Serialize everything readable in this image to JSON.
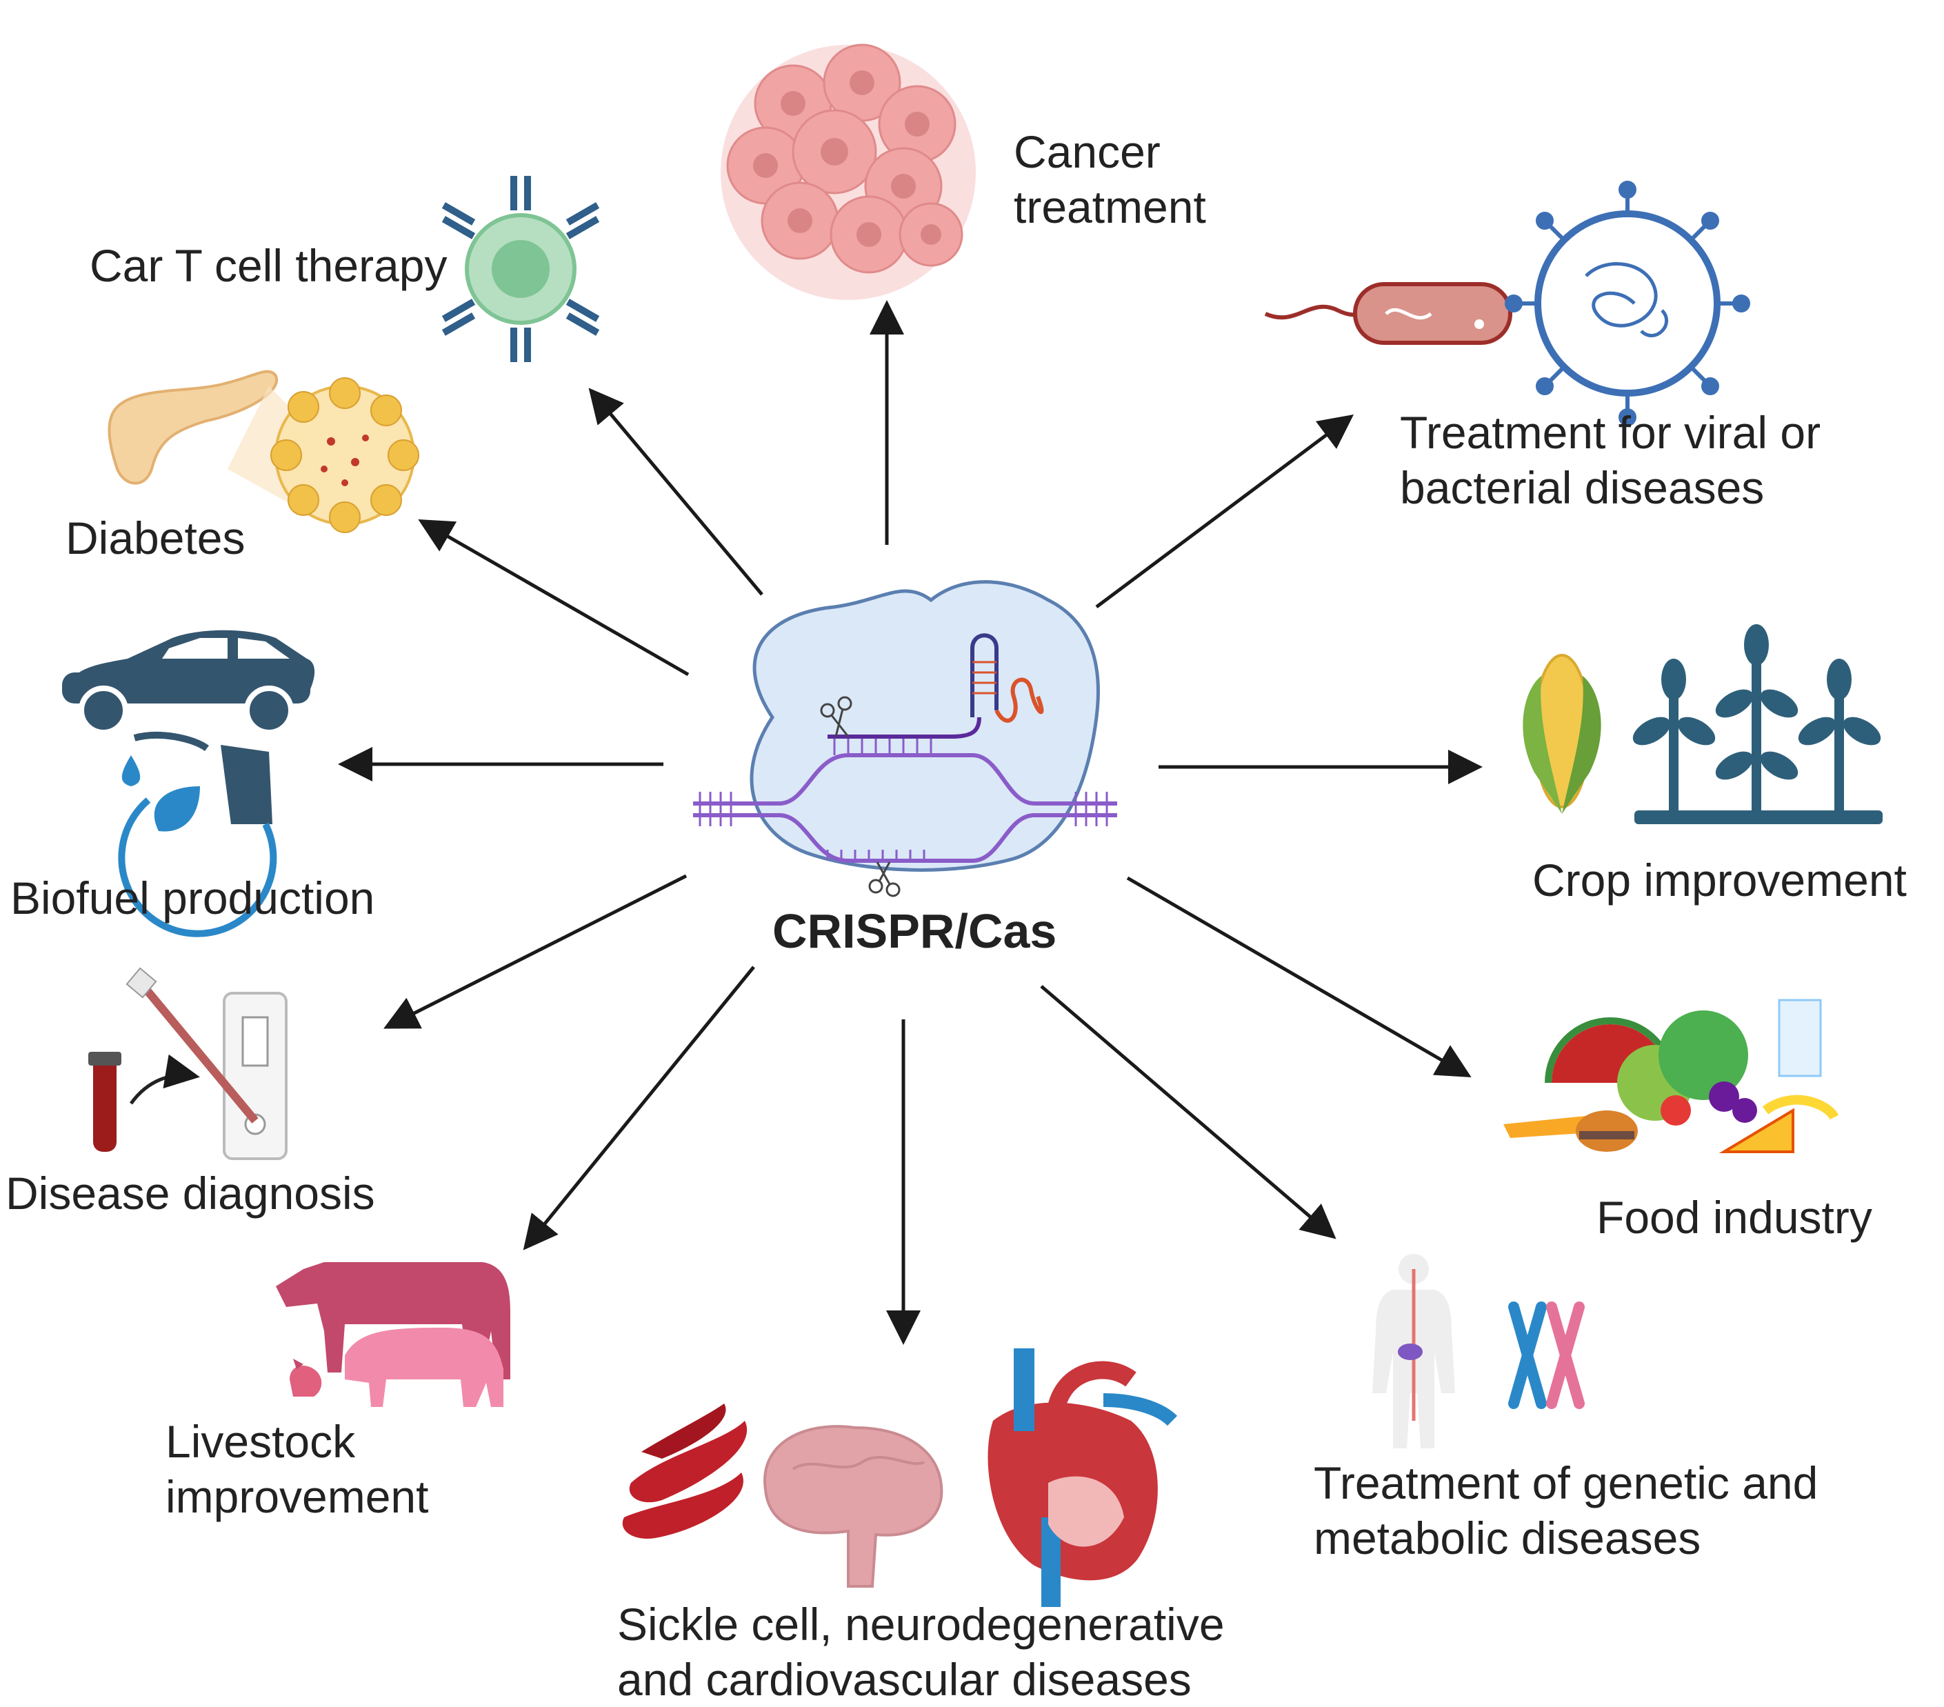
{
  "center": {
    "label": "CRISPR/Cas"
  },
  "applications": [
    {
      "id": "cancer",
      "label": "Cancer\ntreatment",
      "icon": "cancer-cell-cluster-icon"
    },
    {
      "id": "car-t",
      "label": "Car T cell therapy",
      "icon": "t-cell-icon"
    },
    {
      "id": "viral-bacterial",
      "label": "Treatment for viral or\nbacterial diseases",
      "icon": "bacterium-virus-icon"
    },
    {
      "id": "diabetes",
      "label": "Diabetes",
      "icon": "pancreas-islet-icon"
    },
    {
      "id": "biofuel",
      "label": "Biofuel production",
      "icon": "car-biofuel-icon"
    },
    {
      "id": "crop",
      "label": "Crop improvement",
      "icon": "corn-plants-icon"
    },
    {
      "id": "diagnosis",
      "label": "Disease diagnosis",
      "icon": "test-kit-icon"
    },
    {
      "id": "food",
      "label": "Food industry",
      "icon": "food-assortment-icon"
    },
    {
      "id": "livestock",
      "label": "Livestock\nimprovement",
      "icon": "cow-pig-chicken-icon"
    },
    {
      "id": "sickle",
      "label": "Sickle cell, neurodegenerative\nand cardiovascular diseases",
      "icon": "rbc-brain-heart-icon"
    },
    {
      "id": "genetic",
      "label": "Treatment of genetic and\nmetabolic diseases",
      "icon": "body-chromosome-icon"
    }
  ],
  "colors": {
    "arrow": "#1a1a1a",
    "cas_body": "#dbe8f7",
    "cas_outline": "#5b7fb0",
    "dna": "#8a5cc9",
    "cancer": "#f0a4a4",
    "tcell": "#7fc494",
    "antibody": "#2f5f8a",
    "bacterium": "#c97a6b",
    "virus": "#3d6fb5",
    "car": "#34556e",
    "plant": "#2e5f7a",
    "corn": "#f2c94c",
    "livestock": "#c2496b",
    "rbc": "#c0202a",
    "brain": "#e2a3a8",
    "heart": "#c9363b",
    "vessel": "#2a88c8"
  }
}
